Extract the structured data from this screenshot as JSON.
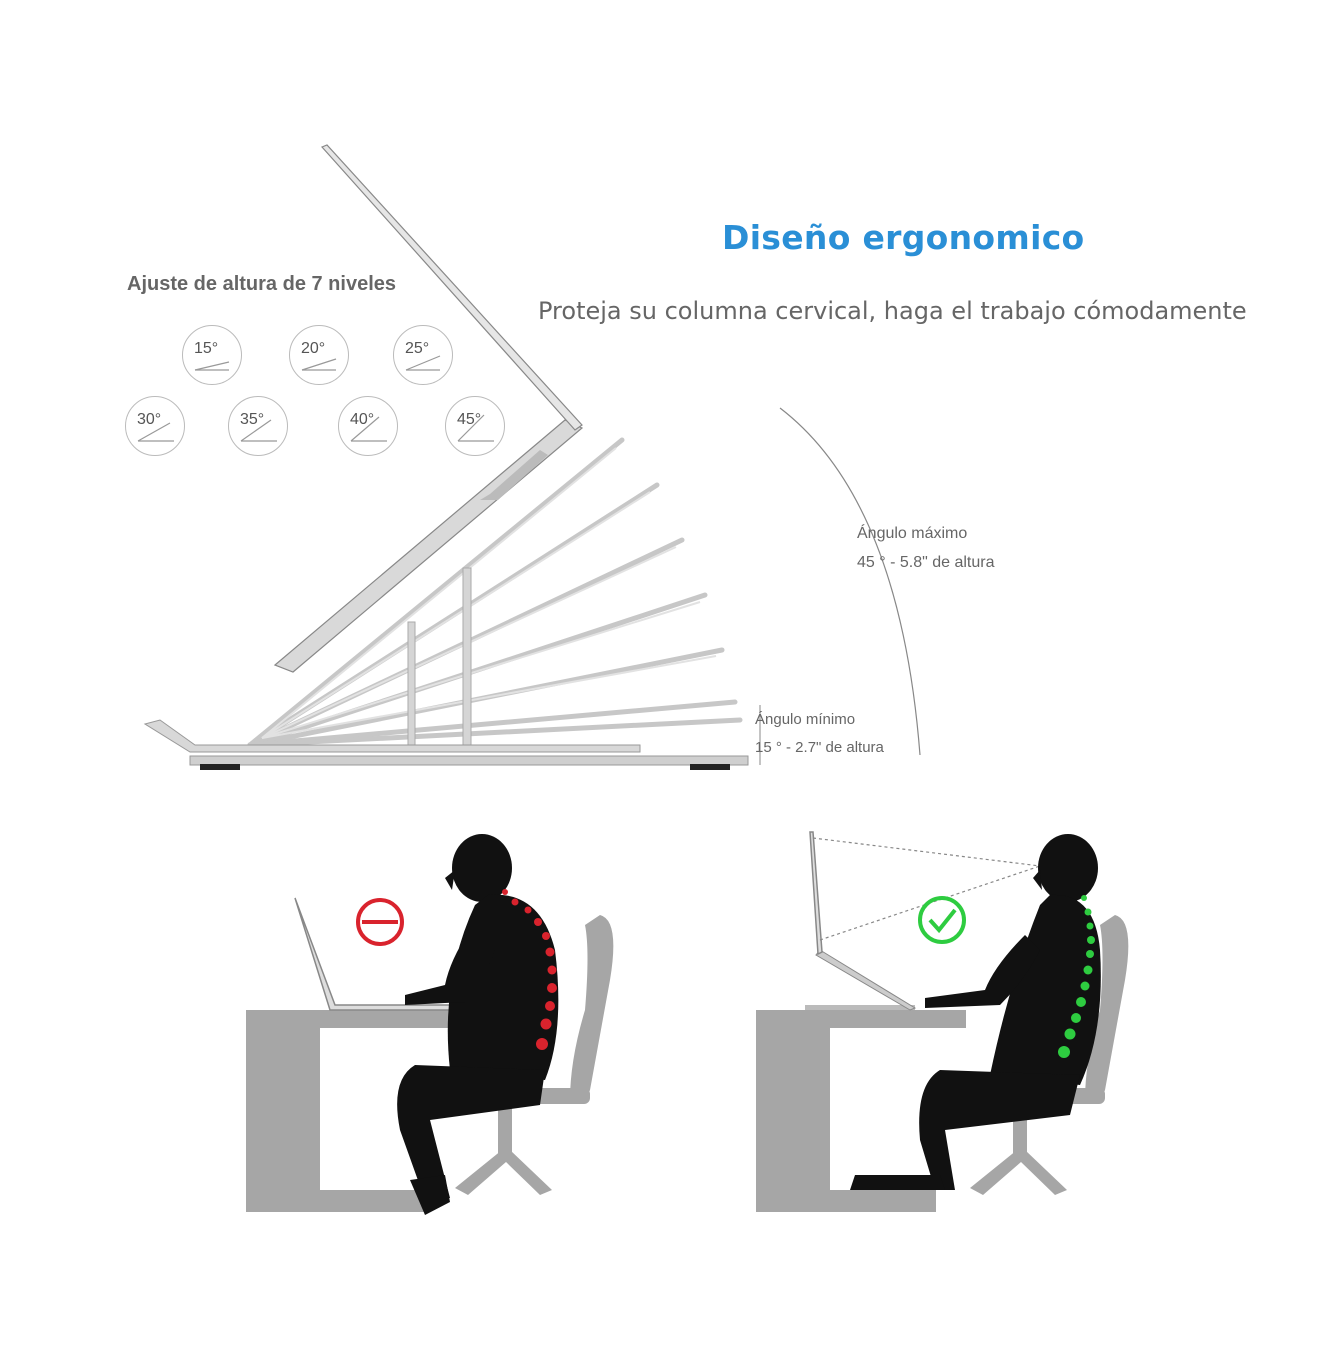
{
  "heading": "Diseño ergonomico",
  "subheading": "Proteja su columna cervical, haga el trabajo cómodamente",
  "levels_title": "Ajuste de altura de 7 niveles",
  "angles": [
    "15°",
    "20°",
    "25°",
    "30°",
    "35°",
    "40°",
    "45°"
  ],
  "max_angle": {
    "label": "Ángulo máximo",
    "value": "45 ° - 5.8\" de altura"
  },
  "min_angle": {
    "label": "Ángulo mínimo",
    "value": "15 ° - 2.7\" de altura"
  },
  "colors": {
    "heading": "#2a8fd6",
    "bad_posture": "#d9232d",
    "good_posture": "#2ecc40",
    "silhouette": "#111111",
    "furniture": "#a6a6a6"
  },
  "icons": [
    "prohibited-icon",
    "checkmark-icon"
  ]
}
